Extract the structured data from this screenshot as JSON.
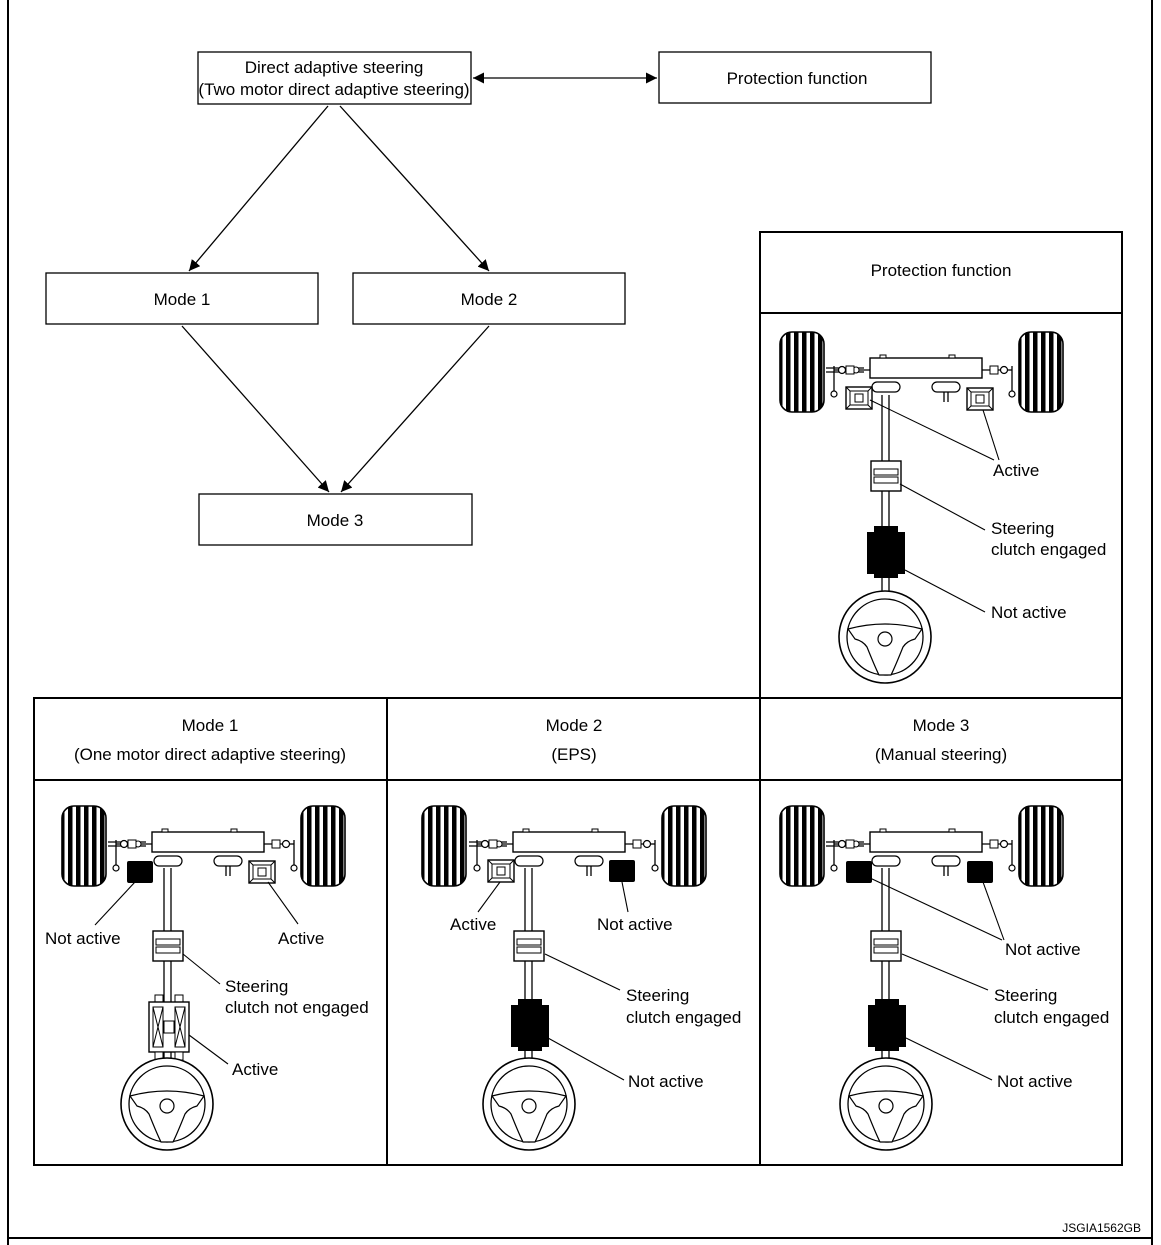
{
  "flow": {
    "direct_line1": "Direct adaptive steering",
    "direct_line2": "(Two motor direct adaptive steering)",
    "protection": "Protection function",
    "mode1": "Mode 1",
    "mode2": "Mode 2",
    "mode3": "Mode 3"
  },
  "panels": {
    "protection": {
      "title": "Protection function",
      "motor_label": "Active",
      "clutch_line1": "Steering",
      "clutch_line2": "clutch engaged",
      "upper_label": "Not active"
    },
    "mode1": {
      "title1": "Mode 1",
      "title2": "(One motor direct adaptive steering)",
      "left_label": "Not active",
      "right_label": "Active",
      "clutch_line1": "Steering",
      "clutch_line2": "clutch not engaged",
      "upper_label": "Active"
    },
    "mode2": {
      "title1": "Mode 2",
      "title2": "(EPS)",
      "left_label": "Active",
      "right_label": "Not active",
      "clutch_line1": "Steering",
      "clutch_line2": "clutch engaged",
      "upper_label": "Not active"
    },
    "mode3": {
      "title1": "Mode 3",
      "title2": "(Manual steering)",
      "motor_label": "Not active",
      "clutch_line1": "Steering",
      "clutch_line2": "clutch engaged",
      "upper_label": "Not active"
    }
  },
  "figure_id": "JSGIA1562GB"
}
